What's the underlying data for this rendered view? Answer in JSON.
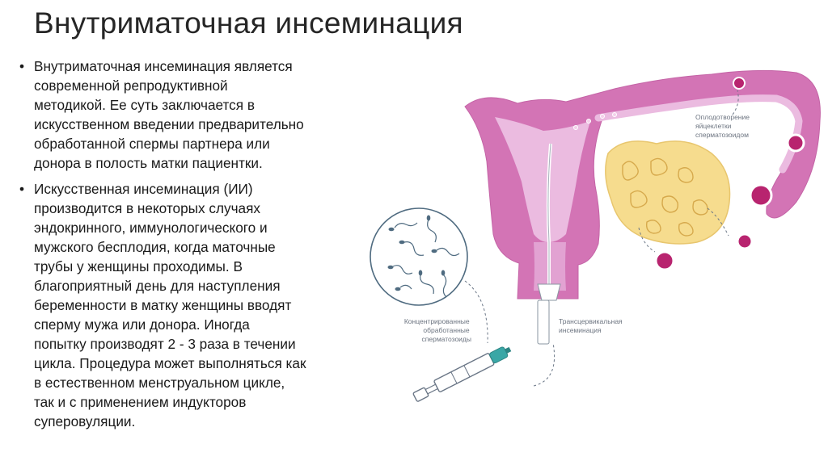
{
  "slide": {
    "title": "Внутриматочная инсеминация",
    "bullets": [
      {
        "lines": [
          "Внутриматочная инсеминация является",
          "современной репродуктивной",
          "методикой. Ее суть заключается в",
          "искусственном введении предварительно",
          "обработанной спермы партнера или",
          "донора в полость матки пациентки."
        ]
      },
      {
        "lines": [
          "Искусственная инсеминация (ИИ)",
          "производится в некоторых случаях",
          "эндокринного, иммунологического и",
          "мужского бесплодия, когда маточные",
          "трубы у женщины проходимы. В",
          "благоприятный день для наступления",
          "беременности в матку женщины вводят",
          "сперму мужа или донора. Иногда",
          "попытку производят 2 - 3 раза в течении",
          "цикла. Процедура может выполняться как",
          "в естественном менструальном цикле,",
          "так и с применением индукторов",
          "суперовуляции."
        ]
      }
    ]
  },
  "illustration": {
    "label_fertilization": [
      "Оплодотворение",
      "яйцеклетки",
      "сперматозоидом"
    ],
    "label_sperm": [
      "Концентрированные",
      "обработанные",
      "сперматозоиды"
    ],
    "label_transcervical": [
      "Трансцервикальная",
      "инсеминация"
    ],
    "colors": {
      "uterus": "#d374b5",
      "uterus_light": "#e9b6dc",
      "ovary": "#f6dc8e",
      "egg": "#b8246f",
      "circle_stroke": "#4f6b80",
      "syringe_tip": "#3aa7a6"
    }
  }
}
